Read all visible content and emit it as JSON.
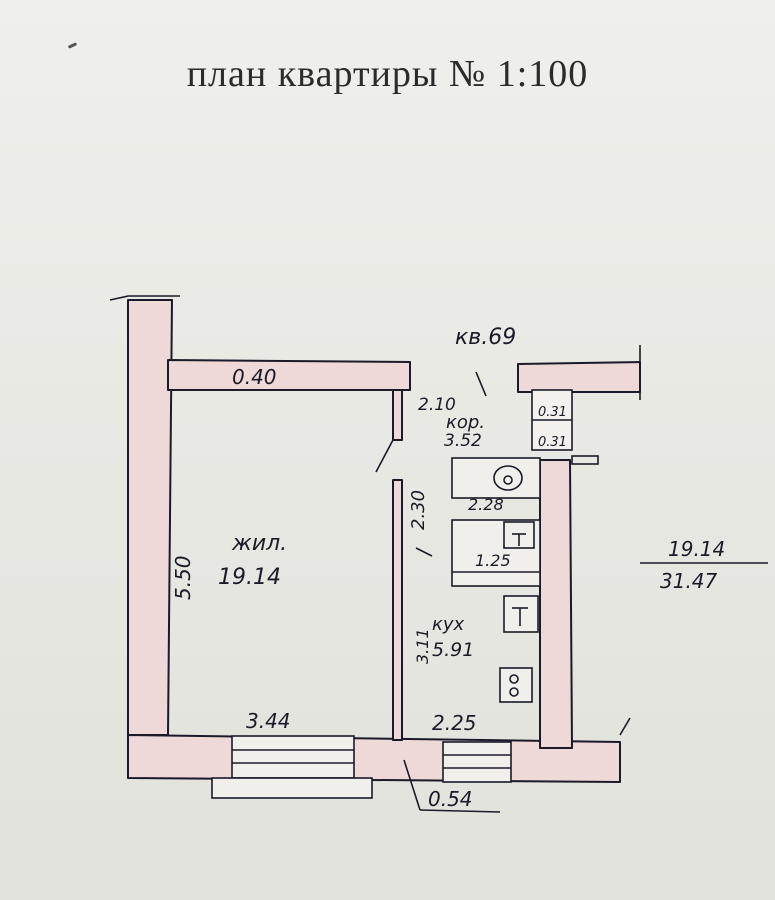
{
  "title": "план  квартиры  № 1:100",
  "apartment_label": "кв.69",
  "rooms": [
    {
      "name": "жил.",
      "area": "19.14"
    },
    {
      "name": "кор.",
      "area": "3.52"
    },
    {
      "name": "кух",
      "area": "5.91"
    }
  ],
  "dimensions": {
    "wall_thickness_top": "0.40",
    "living_height": "5.50",
    "living_width": "3.44",
    "corridor_width": "2.10",
    "corridor_height": "2.30",
    "kitchen_height": "3.11",
    "kitchen_width": "2.25",
    "bath": "2.28",
    "wc": "1.25",
    "niche_1": "0.31",
    "niche_2": "0.31",
    "balcony": "0.54"
  },
  "totals": {
    "living": "19.14",
    "total": "31.47"
  },
  "colors": {
    "wall_fill": "#eed8d8",
    "ink": "#1a1a2a"
  }
}
